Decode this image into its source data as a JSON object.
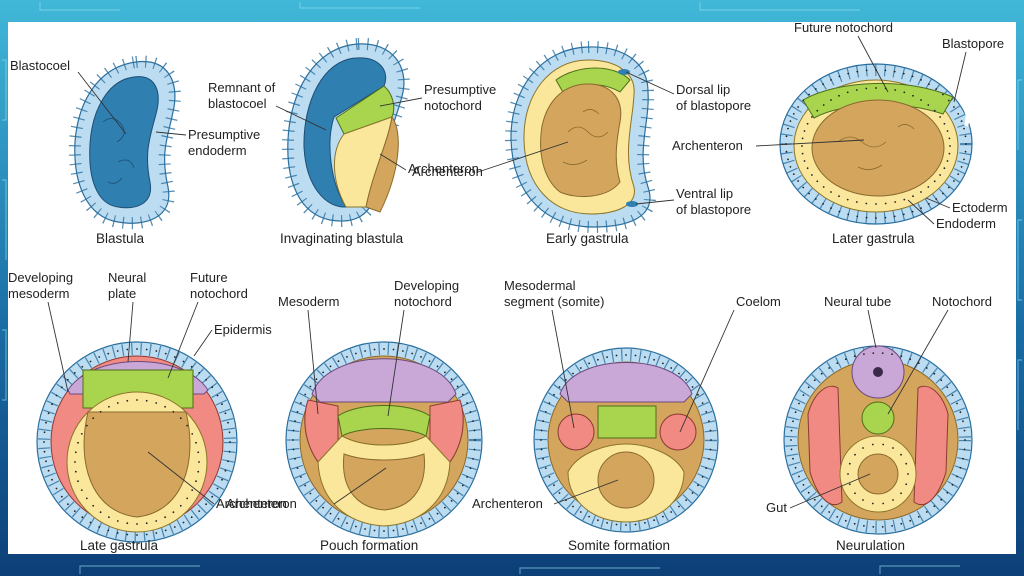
{
  "panels": [
    {
      "caption": "Blastula",
      "labels": [
        "Blastocoel",
        "Presumptive",
        "endoderm"
      ]
    },
    {
      "caption": "Invaginating blastula",
      "labels": [
        "Remnant of",
        "blastocoel",
        "Presumptive",
        "notochord",
        "Archenteron"
      ]
    },
    {
      "caption": "Early gastrula",
      "labels": [
        "Dorsal lip",
        "of blastopore",
        "Archenteron",
        "Ventral lip",
        "of blastopore"
      ]
    },
    {
      "caption": "Later gastrula",
      "labels": [
        "Future notochord",
        "Blastopore",
        "Archenteron",
        "Ectoderm",
        "Endoderm"
      ]
    },
    {
      "caption": "Late gastrula",
      "labels": [
        "Developing",
        "mesoderm",
        "Neural",
        "plate",
        "Future",
        "notochord",
        "Epidermis",
        "Archenteron"
      ]
    },
    {
      "caption": "Pouch formation",
      "labels": [
        "Mesoderm",
        "Developing",
        "notochord",
        "Archenteron"
      ]
    },
    {
      "caption": "Somite formation",
      "labels": [
        "Mesodermal",
        "segment (somite)",
        "Coelom",
        "Archenteron"
      ]
    },
    {
      "caption": "Neurulation",
      "labels": [
        "Neural tube",
        "Notochord",
        "Gut"
      ]
    }
  ],
  "colors": {
    "ectoderm": "#bcdcf2",
    "endoderm": "#fbe79c",
    "mesoderm": "#f08a82",
    "neural": "#c9a8d8",
    "notochord": "#a9d44e",
    "blastocoel": "#2f7fb0",
    "archenteron": "#d4a55c",
    "frame": "#ffffff"
  }
}
